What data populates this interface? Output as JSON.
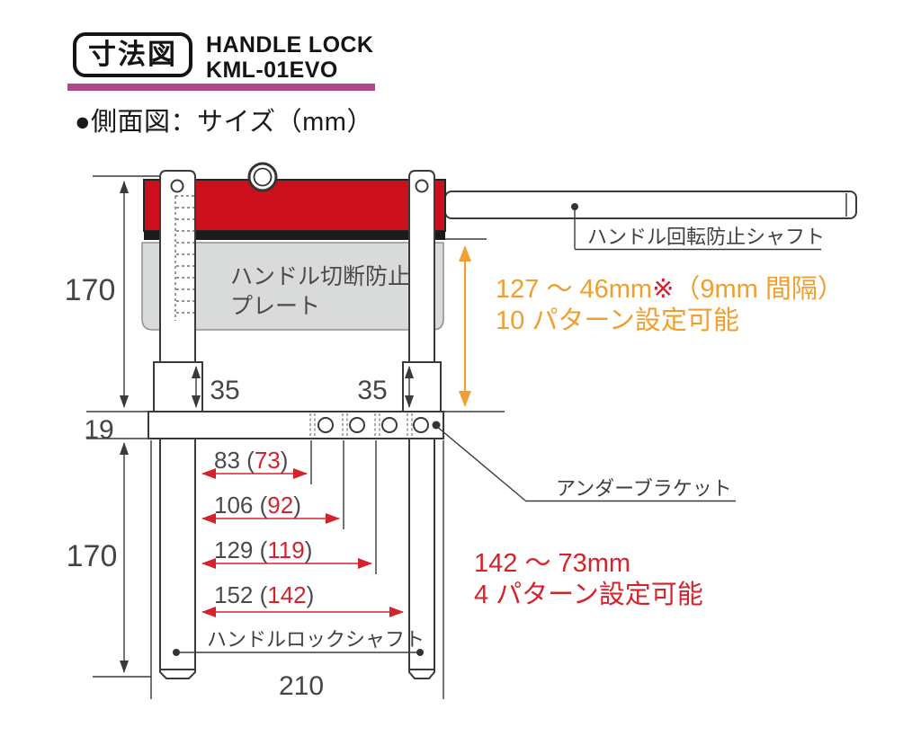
{
  "header": {
    "badge": "寸法図",
    "product_line1": "HANDLE LOCK",
    "product_line2": "KML-01EVO",
    "section_title": "●側面図：サイズ（mm）"
  },
  "colors": {
    "accent_rule": "#b0478d",
    "handle_red": "#cb0f1d",
    "plate_gray": "#d9dada",
    "dim_red": "#d5232d",
    "dim_orange": "#f0a032",
    "line_gray": "#3a3a3a"
  },
  "labels": {
    "plate_line1": "ハンドル切断防止",
    "plate_line2": "プレート",
    "rotation_shaft": "ハンドル回転防止シャフト",
    "under_bracket": "アンダーブラケット",
    "lock_shaft": "ハンドルロックシャフト"
  },
  "dims": {
    "height_top": "170",
    "bracket_thickness": "19",
    "height_bottom": "170",
    "block_left": "35",
    "block_right": "35",
    "base_width": "210",
    "hole_rows": [
      {
        "pre": "83 (",
        "alt": "73",
        "post": ")"
      },
      {
        "pre": "106 (",
        "alt": "92",
        "post": ")"
      },
      {
        "pre": "129 (",
        "alt": "119",
        "post": ")"
      },
      {
        "pre": "152 (",
        "alt": "142",
        "post": ")"
      }
    ]
  },
  "annotations": {
    "shaft_range_pre": "127 ～ 46mm",
    "shaft_range_mark": "※",
    "shaft_range_post": "（9mm 間隔）",
    "shaft_patterns": "10 パターン設定可能",
    "bracket_range": "142 ～ 73mm",
    "bracket_patterns": "4 パターン設定可能"
  }
}
